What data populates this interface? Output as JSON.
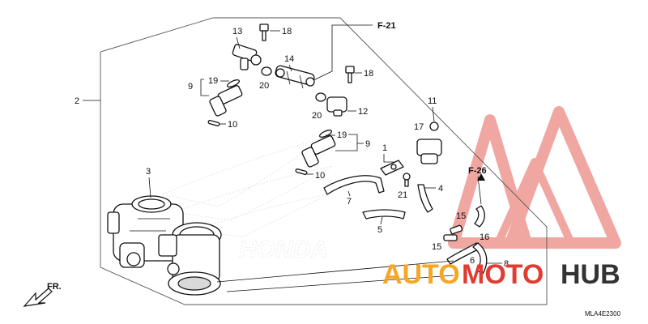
{
  "reference_labels": {
    "f21": "F-21",
    "f26": "F-26"
  },
  "direction_label": "FR.",
  "diagram_code": "MLA4E2300",
  "watermark": {
    "word_left": "AUTO",
    "word_mid": "MOTO",
    "word_right": "HUB",
    "color_orange": "#f5a623",
    "color_red": "#e03c31",
    "color_dark": "#333333"
  },
  "background_logo_text": "HONDA",
  "part_numbers": {
    "p1": "1",
    "p2": "2",
    "p3": "3",
    "p4": "4",
    "p5": "5",
    "p6": "6",
    "p7": "7",
    "p8": "8",
    "p9a": "9",
    "p9b": "9",
    "p10a": "10",
    "p10b": "10",
    "p11": "11",
    "p12": "12",
    "p13": "13",
    "p14": "14",
    "p15a": "15",
    "p15b": "15",
    "p16": "16",
    "p17": "17",
    "p18a": "18",
    "p18b": "18",
    "p19a": "19",
    "p19b": "19",
    "p20a": "20",
    "p20b": "20",
    "p21": "21"
  },
  "icons": [
    "direction-arrow-icon",
    "watermark-triangle-logo"
  ]
}
